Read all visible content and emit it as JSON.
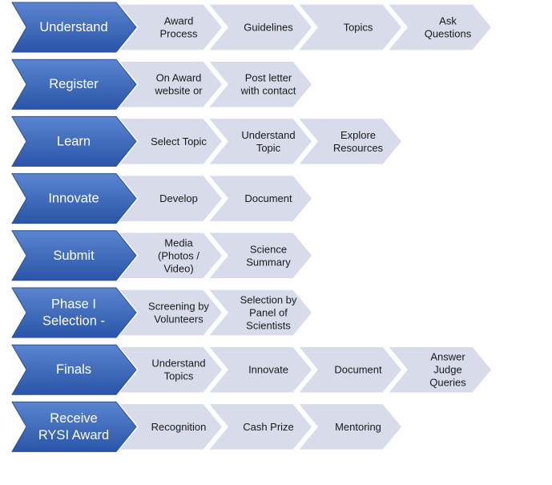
{
  "colors": {
    "head_top": "#5b85cf",
    "head_bottom": "#2a55a8",
    "head_stroke": "#2b4f95",
    "step_fill": "#d7dbea",
    "step_stroke": "#ffffff"
  },
  "stages": [
    {
      "label": [
        "Understand"
      ],
      "steps": [
        [
          "Award",
          "Process"
        ],
        [
          "Guidelines"
        ],
        [
          "Topics"
        ],
        [
          "Ask",
          "Questions"
        ]
      ]
    },
    {
      "label": [
        "Register"
      ],
      "steps": [
        [
          "On Award",
          "website or"
        ],
        [
          "Post letter",
          "with contact"
        ]
      ]
    },
    {
      "label": [
        "Learn"
      ],
      "steps": [
        [
          "Select Topic"
        ],
        [
          "Understand",
          "Topic"
        ],
        [
          "Explore",
          "Resources"
        ]
      ]
    },
    {
      "label": [
        "Innovate"
      ],
      "steps": [
        [
          "Develop"
        ],
        [
          "Document"
        ]
      ]
    },
    {
      "label": [
        "Submit"
      ],
      "steps": [
        [
          "Media",
          "(Photos /",
          "Video)"
        ],
        [
          "Science",
          "Summary"
        ]
      ]
    },
    {
      "label": [
        "Phase I",
        "Selection -"
      ],
      "steps": [
        [
          "Screening by",
          "Volunteers"
        ],
        [
          "Selection by",
          "Panel of",
          "Scientists"
        ]
      ]
    },
    {
      "label": [
        "Finals"
      ],
      "steps": [
        [
          "Understand",
          "Topics"
        ],
        [
          "Innovate"
        ],
        [
          "Document"
        ],
        [
          "Answer",
          "Judge",
          "Queries"
        ]
      ]
    },
    {
      "label": [
        "Receive",
        "RYSI Award"
      ],
      "steps": [
        [
          "Recognition"
        ],
        [
          "Cash Prize"
        ],
        [
          "Mentoring"
        ]
      ]
    }
  ]
}
